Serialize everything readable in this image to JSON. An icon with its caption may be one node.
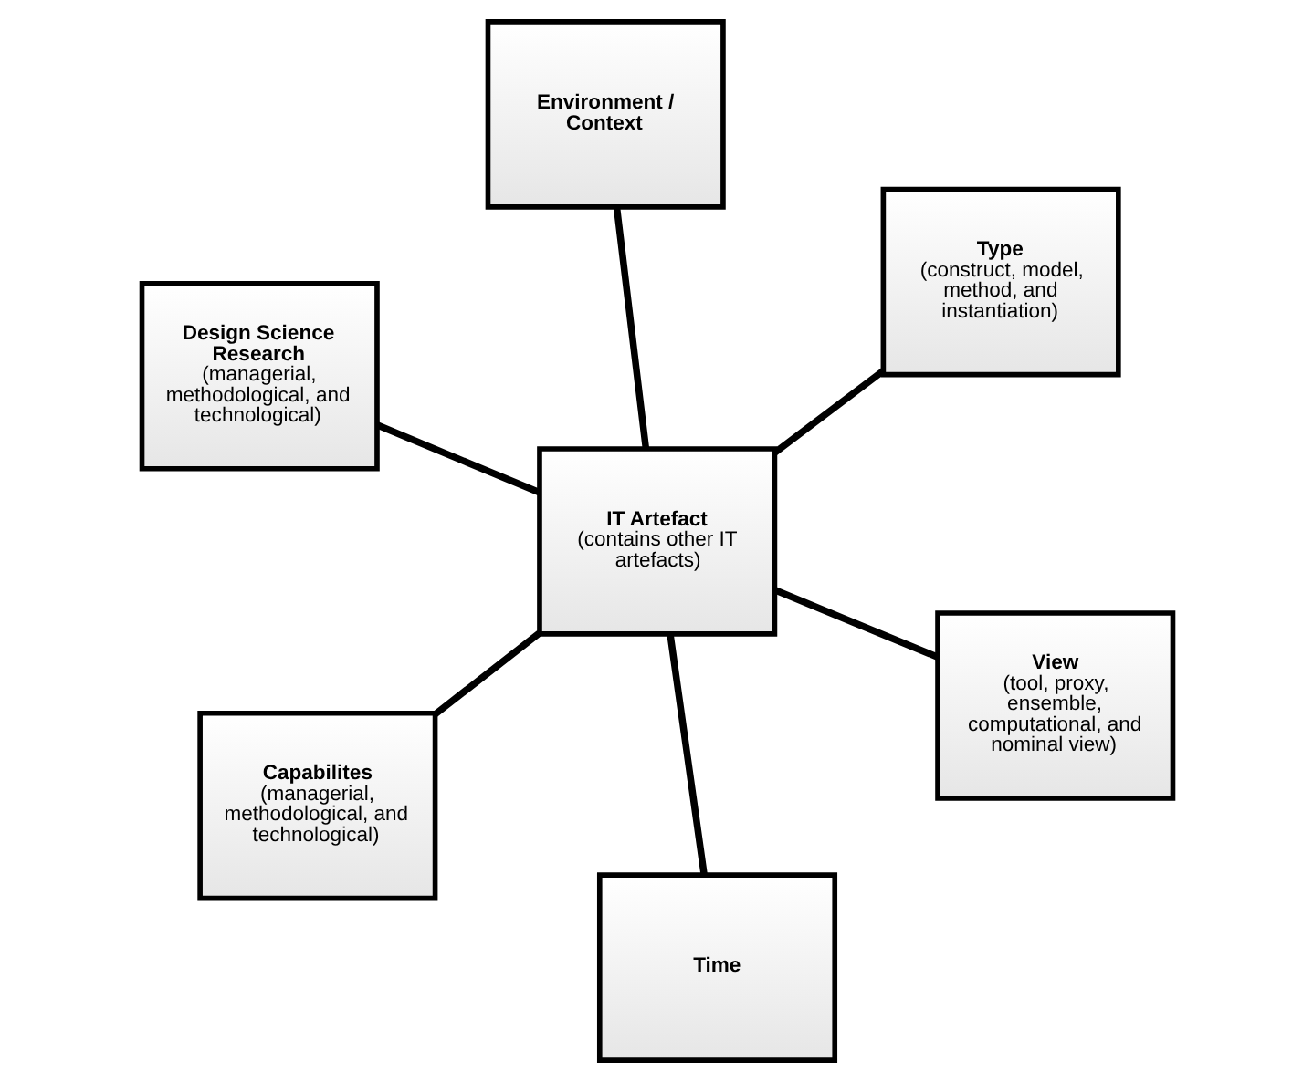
{
  "diagram": {
    "nodes": [
      {
        "text": [
          "Design Science Research",
          "(managerial, methodological, and technological)"
        ]
      },
      {
        "text": [
          "View",
          "(tool, proxy, ensemble, computational, and nominal view)"
        ]
      },
      {
        "text": [
          "Time"
        ]
      },
      {
        "text": [
          "IT Artefact",
          "(contains other IT artefacts)"
        ]
      },
      {
        "text": [
          "Type",
          "(construct, model, method, and instantiation)"
        ]
      },
      {
        "text": [
          "Environment / Context"
        ]
      },
      {
        "text": [
          "Capabilites",
          "(managerial, methodological, and technological)"
        ]
      }
    ],
    "edges": [
      {
        "from": 3,
        "to": 0,
        "arrow": "none"
      },
      {
        "from": 3,
        "to": 1,
        "arrow": "none"
      },
      {
        "from": 3,
        "to": 2,
        "arrow": "none"
      },
      {
        "from": 3,
        "to": 4,
        "arrow": "none"
      },
      {
        "from": 3,
        "to": 5,
        "arrow": "none"
      },
      {
        "from": 3,
        "to": 6,
        "arrow": "none"
      }
    ]
  }
}
